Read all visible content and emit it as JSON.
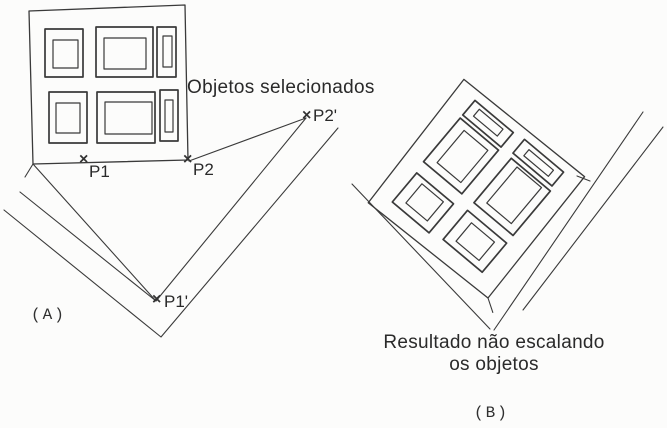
{
  "colors": {
    "ink": "#3a3a3a",
    "paper": "#fcfcfb"
  },
  "markers": {
    "glyph": "×"
  },
  "panel_a": {
    "selection_label": "Objetos selecionados",
    "caption": "(A)",
    "points": {
      "p1": "P1",
      "p2": "P2",
      "p1_prime": "P1'",
      "p2_prime": "P2'"
    }
  },
  "panel_b": {
    "result_line1": "Resultado não escalando",
    "result_line2": "os objetos",
    "caption": "(B)"
  }
}
